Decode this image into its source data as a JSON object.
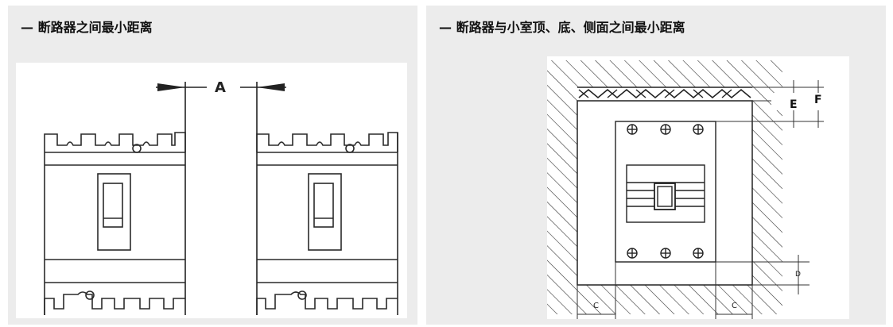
{
  "left_panel": {
    "title": "— 断路器之间最小距离",
    "dimension_label": "A"
  },
  "right_panel": {
    "title": "— 断路器与小室顶、底、侧面之间最小距离",
    "labels": {
      "E": "E",
      "F": "F",
      "D": "D",
      "C": "C"
    }
  }
}
